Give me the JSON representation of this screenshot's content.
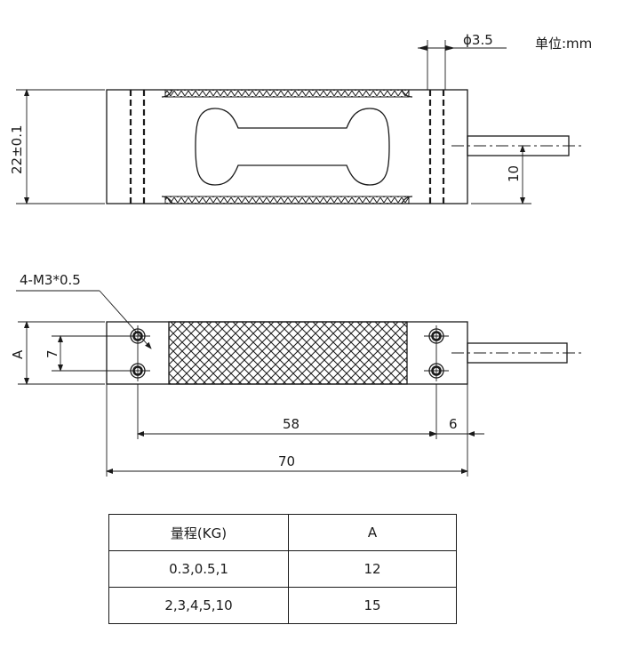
{
  "unit_label": "单位:mm",
  "dims": {
    "hole_diameter": "ϕ3.5",
    "height": "22±0.1",
    "cable_height": "10",
    "thread_callout": "4-M3*0.5",
    "width": "A",
    "hole_spacing": "7",
    "hole_pitch": "58",
    "hole_edge": "6",
    "length": "70"
  },
  "table": {
    "headers": [
      "量程(KG)",
      "A"
    ],
    "rows": [
      [
        "0.3,0.5,1",
        "12"
      ],
      [
        "2,3,4,5,10",
        "15"
      ]
    ]
  }
}
